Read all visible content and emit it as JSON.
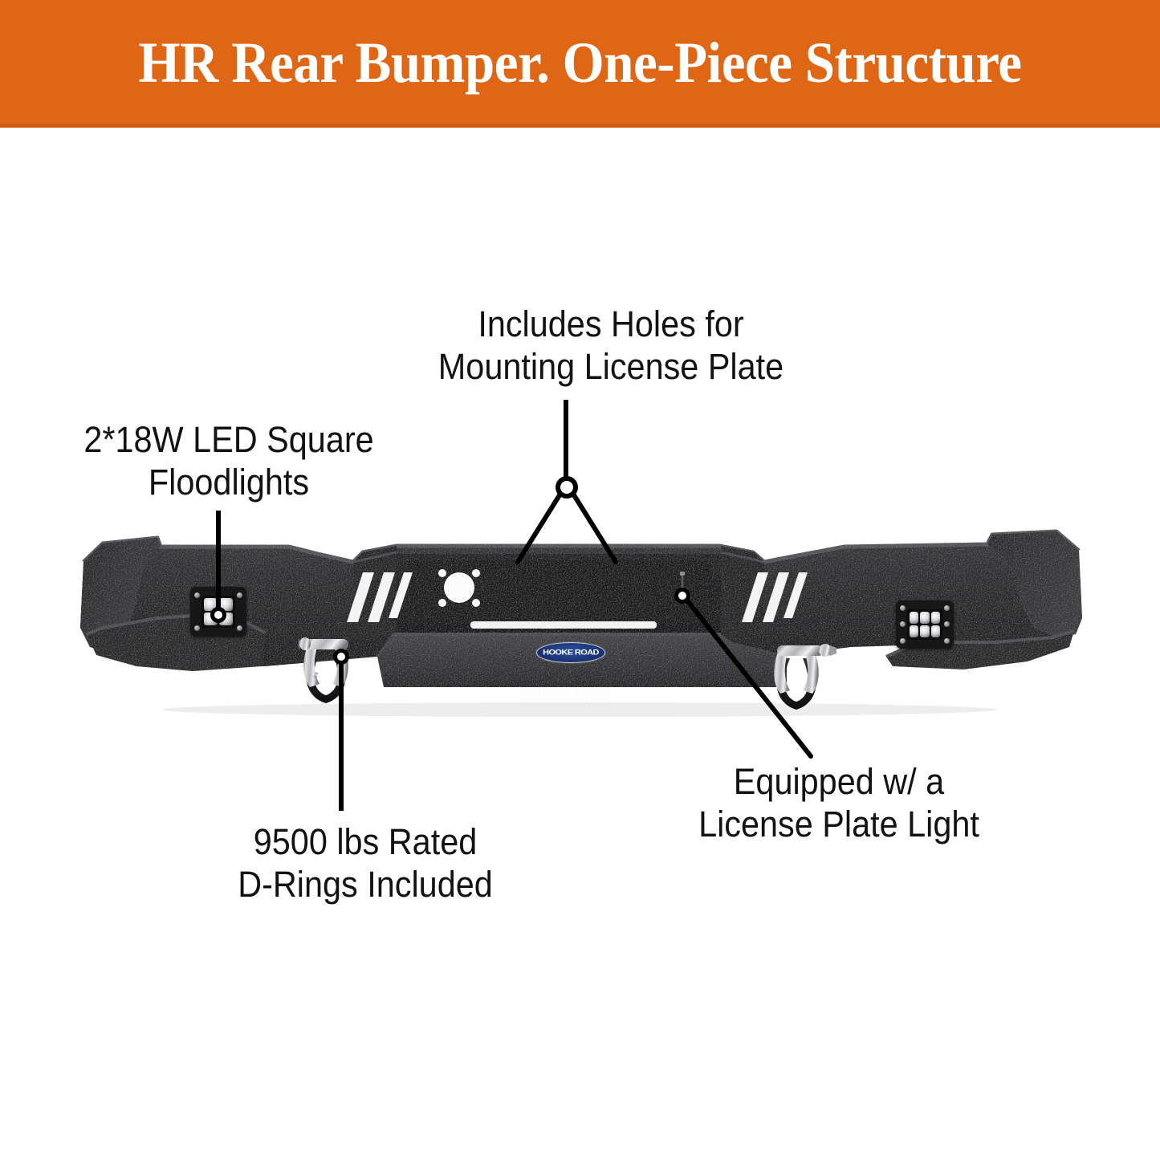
{
  "header": {
    "title": "HR Rear Bumper. One-Piece Structure",
    "background_color": "#DE6614",
    "text_color": "#FFFFFF"
  },
  "callouts": [
    {
      "id": "license-holes",
      "lines": [
        "Includes Holes for",
        "Mounting License Plate"
      ],
      "leader": "forked",
      "anchor_icon": "ring-marker"
    },
    {
      "id": "floodlights",
      "lines": [
        "2*18W LED Square",
        "Floodlights"
      ],
      "leader": "vertical",
      "anchor_icon": "ring-marker"
    },
    {
      "id": "d-rings",
      "lines": [
        "9500 lbs Rated",
        "D-Rings Included"
      ],
      "leader": "vertical",
      "anchor_icon": "ring-marker"
    },
    {
      "id": "plate-light",
      "lines": [
        "Equipped w/ a",
        "License Plate Light"
      ],
      "leader": "diagonal",
      "anchor_icon": "ring-marker"
    }
  ],
  "product": {
    "name": "rear-bumper",
    "finish_color": "#2b2b2d",
    "badge_text": "HOOKE ROAD",
    "badge_color": "#1b3577",
    "leader_color": "#000000"
  }
}
